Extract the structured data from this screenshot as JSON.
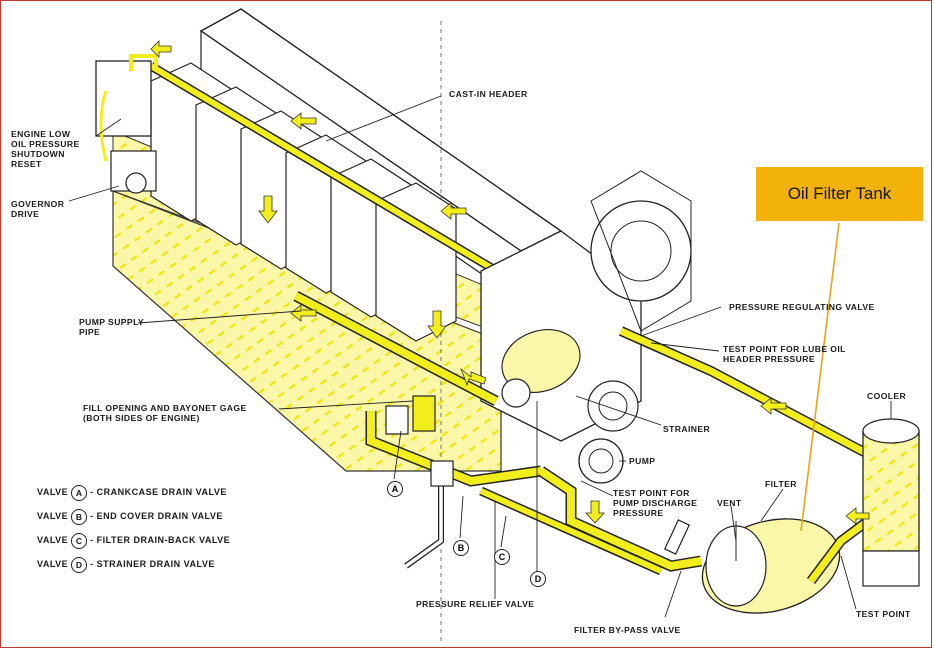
{
  "callout": {
    "text": "Oil Filter Tank",
    "color": "#f3b209"
  },
  "labels": {
    "cast_in_header": "CAST-IN HEADER",
    "engine_low_oil": [
      "ENGINE LOW",
      "OIL PRESSURE",
      "SHUTDOWN",
      "RESET"
    ],
    "governor_drive": [
      "GOVERNOR",
      "DRIVE"
    ],
    "pump_supply_pipe": [
      "PUMP SUPPLY",
      "PIPE"
    ],
    "fill_opening": [
      "FILL OPENING AND BAYONET GAGE",
      "(BOTH SIDES OF ENGINE)"
    ],
    "pressure_regulating_valve": "PRESSURE REGULATING VALVE",
    "test_point_lube": [
      "TEST POINT FOR LUBE OIL",
      "HEADER PRESSURE"
    ],
    "cooler": "COOLER",
    "strainer": "STRAINER",
    "pump": "PUMP",
    "test_point_pump": [
      "TEST POINT FOR",
      "PUMP DISCHARGE",
      "PRESSURE"
    ],
    "vent": "VENT",
    "filter": "FILTER",
    "pressure_relief_valve": "PRESSURE RELIEF VALVE",
    "filter_bypass_valve": "FILTER BY-PASS VALVE",
    "test_point": "TEST POINT"
  },
  "legend": [
    {
      "prefix": "VALVE",
      "letter": "A",
      "text": "- CRANKCASE DRAIN VALVE"
    },
    {
      "prefix": "VALVE",
      "letter": "B",
      "text": "- END COVER DRAIN VALVE"
    },
    {
      "prefix": "VALVE",
      "letter": "C",
      "text": "- FILTER DRAIN-BACK VALVE"
    },
    {
      "prefix": "VALVE",
      "letter": "D",
      "text": "- STRAINER DRAIN VALVE"
    }
  ],
  "valve_letters": [
    "A",
    "B",
    "C",
    "D"
  ],
  "colors": {
    "oil": "#f2ee1c",
    "oil_dark": "#d8c400",
    "sump": "#fbf7a8",
    "line": "#222222",
    "callout_line": "#e8a317"
  }
}
